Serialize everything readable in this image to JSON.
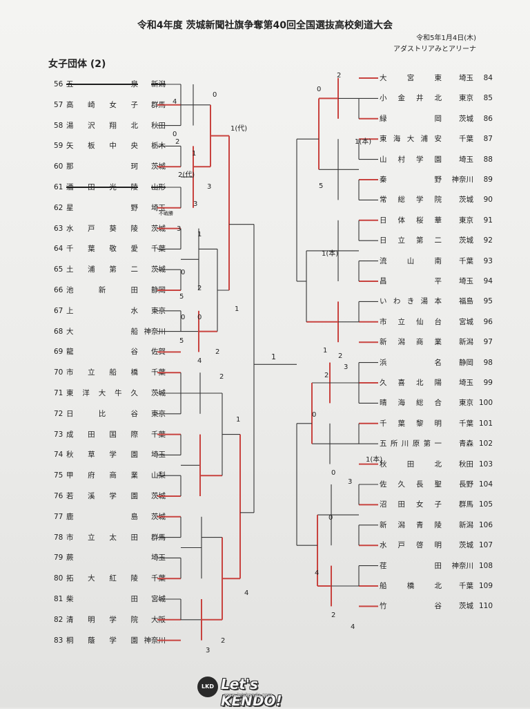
{
  "header": {
    "title": "令和4年度 茨城新聞社旗争奪第40回全国選抜高校剣道大会",
    "date": "令和5年1月4日(木)",
    "venue": "アダストリアみとアリーナ"
  },
  "section_title": "女子団体 (2)",
  "bye_note": "不戦勝",
  "center_score": "1",
  "left_entries": [
    {
      "no": "56",
      "name": "五 泉",
      "pref": "新潟",
      "struck": true
    },
    {
      "no": "57",
      "name": "高崎女子",
      "pref": "群馬"
    },
    {
      "no": "58",
      "name": "湯沢翔北",
      "pref": "秋田"
    },
    {
      "no": "59",
      "name": "矢板中央",
      "pref": "栃木"
    },
    {
      "no": "60",
      "name": "那 珂",
      "pref": "茨城"
    },
    {
      "no": "61",
      "name": "酒田光陵",
      "pref": "山形",
      "struck": true
    },
    {
      "no": "62",
      "name": "星 野",
      "pref": "埼玉"
    },
    {
      "no": "63",
      "name": "水戸葵陵",
      "pref": "茨城"
    },
    {
      "no": "64",
      "name": "千葉敬愛",
      "pref": "千葉"
    },
    {
      "no": "65",
      "name": "土浦第二",
      "pref": "茨城"
    },
    {
      "no": "66",
      "name": "池新田",
      "pref": "静岡"
    },
    {
      "no": "67",
      "name": "上 水",
      "pref": "東京"
    },
    {
      "no": "68",
      "name": "大 船",
      "pref": "神奈川"
    },
    {
      "no": "69",
      "name": "龍 谷",
      "pref": "佐賀"
    },
    {
      "no": "70",
      "name": "市立船橋",
      "pref": "千葉"
    },
    {
      "no": "71",
      "name": "東洋大牛久",
      "pref": "茨城"
    },
    {
      "no": "72",
      "name": "日比谷",
      "pref": "東京"
    },
    {
      "no": "73",
      "name": "成田国際",
      "pref": "千葉"
    },
    {
      "no": "74",
      "name": "秋草学園",
      "pref": "埼玉"
    },
    {
      "no": "75",
      "name": "甲府商業",
      "pref": "山梨"
    },
    {
      "no": "76",
      "name": "若溪学園",
      "pref": "茨城"
    },
    {
      "no": "77",
      "name": "鹿 島",
      "pref": "茨城"
    },
    {
      "no": "78",
      "name": "市立太田",
      "pref": "群馬"
    },
    {
      "no": "79",
      "name": "蕨",
      "pref": "埼玉"
    },
    {
      "no": "80",
      "name": "拓大紅陵",
      "pref": "千葉"
    },
    {
      "no": "81",
      "name": "柴 田",
      "pref": "宮城"
    },
    {
      "no": "82",
      "name": "清明学院",
      "pref": "大阪"
    },
    {
      "no": "83",
      "name": "桐蔭学園",
      "pref": "神奈川"
    }
  ],
  "right_entries": [
    {
      "no": "84",
      "name": "大宮東",
      "pref": "埼玉"
    },
    {
      "no": "85",
      "name": "小金井北",
      "pref": "東京"
    },
    {
      "no": "86",
      "name": "緑 岡",
      "pref": "茨城"
    },
    {
      "no": "87",
      "name": "東海大浦安",
      "pref": "千葉"
    },
    {
      "no": "88",
      "name": "山村学園",
      "pref": "埼玉"
    },
    {
      "no": "89",
      "name": "秦 野",
      "pref": "神奈川"
    },
    {
      "no": "90",
      "name": "常総学院",
      "pref": "茨城"
    },
    {
      "no": "91",
      "name": "日体桜華",
      "pref": "東京"
    },
    {
      "no": "92",
      "name": "日立第二",
      "pref": "茨城"
    },
    {
      "no": "93",
      "name": "流山南",
      "pref": "千葉"
    },
    {
      "no": "94",
      "name": "昌 平",
      "pref": "埼玉"
    },
    {
      "no": "95",
      "name": "いわき湯本",
      "pref": "福島"
    },
    {
      "no": "96",
      "name": "市立仙台",
      "pref": "宮城"
    },
    {
      "no": "97",
      "name": "新潟商業",
      "pref": "新潟"
    },
    {
      "no": "98",
      "name": "浜 名",
      "pref": "静岡"
    },
    {
      "no": "99",
      "name": "久喜北陽",
      "pref": "埼玉"
    },
    {
      "no": "100",
      "name": "晴海総合",
      "pref": "東京"
    },
    {
      "no": "101",
      "name": "千葉黎明",
      "pref": "千葉"
    },
    {
      "no": "102",
      "name": "五所川原第一",
      "pref": "青森"
    },
    {
      "no": "103",
      "name": "秋田北",
      "pref": "秋田"
    },
    {
      "no": "104",
      "name": "佐久長聖",
      "pref": "長野"
    },
    {
      "no": "105",
      "name": "沼田女子",
      "pref": "群馬"
    },
    {
      "no": "106",
      "name": "新潟青陵",
      "pref": "新潟"
    },
    {
      "no": "107",
      "name": "水戸啓明",
      "pref": "茨城"
    },
    {
      "no": "108",
      "name": "荏 田",
      "pref": "神奈川"
    },
    {
      "no": "109",
      "name": "船橋北",
      "pref": "千葉"
    },
    {
      "no": "110",
      "name": "竹 谷",
      "pref": "茨城"
    }
  ],
  "colors": {
    "win_line": "#c8423e",
    "line": "#333333",
    "paper": "#efefed"
  },
  "logo": {
    "text": "Let's KENDO!",
    "url": "www.letskendo.com",
    "badge": "LKD"
  }
}
